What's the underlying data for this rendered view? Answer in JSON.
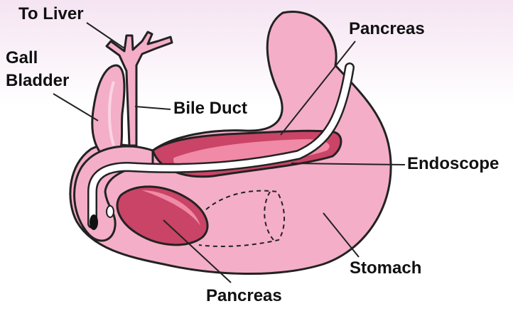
{
  "labels": {
    "to_liver": "To Liver",
    "gall_bladder_line1": "Gall",
    "gall_bladder_line2": "Bladder",
    "bile_duct": "Bile Duct",
    "pancreas_top": "Pancreas",
    "endoscope": "Endoscope",
    "stomach": "Stomach",
    "pancreas_bottom": "Pancreas"
  },
  "colors": {
    "organ_pink": "#f4aec8",
    "pancreas_dark": "#c94466",
    "pancreas_light": "#f08aa6",
    "outline": "#222222",
    "endoscope": "#ffffff",
    "background_top": "#f5e4f2"
  }
}
